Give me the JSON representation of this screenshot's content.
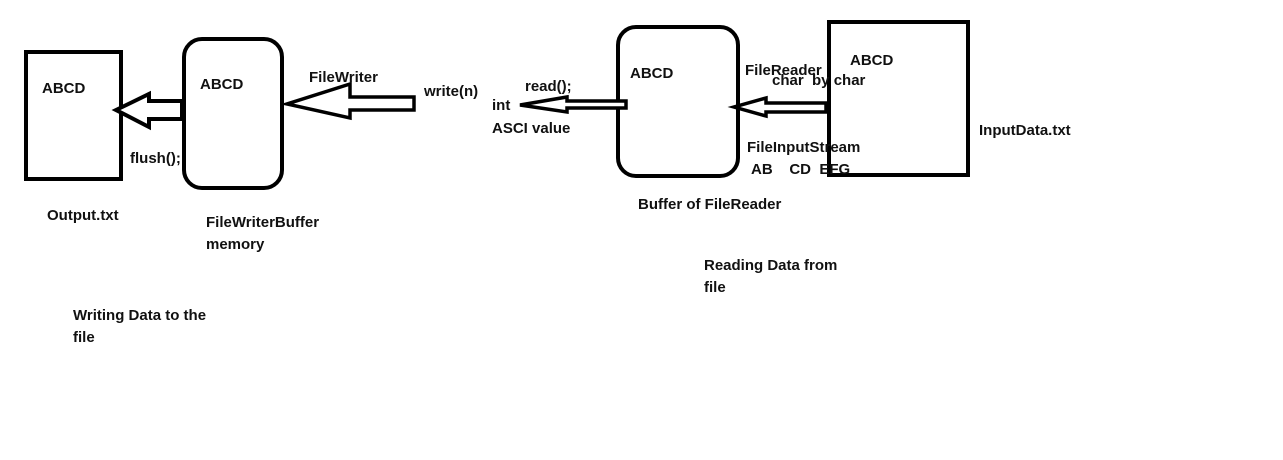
{
  "output_box": {
    "text": "ABCD",
    "caption": "Output.txt"
  },
  "writer_buffer": {
    "text": "ABCD",
    "caption_line1": "FileWriterBuffer",
    "caption_line2": "memory"
  },
  "reader_buffer": {
    "text": "ABCD",
    "caption": "Buffer of FileReader"
  },
  "input_box": {
    "text": "ABCD",
    "caption": "InputData.txt"
  },
  "labels": {
    "flush": "flush();",
    "filewriter": "FileWriter",
    "write": "write(n)",
    "read": "read();",
    "int": "int",
    "asci": "ASCI value",
    "filereader": "FileReader",
    "char_by_char": "char  by char",
    "fileinputstream": "FileInputStream",
    "chunks": "AB    CD  EFG"
  },
  "notes": {
    "writing_line1": "Writing Data to the",
    "writing_line2": "file",
    "reading_line1": "Reading Data from",
    "reading_line2": "file"
  }
}
